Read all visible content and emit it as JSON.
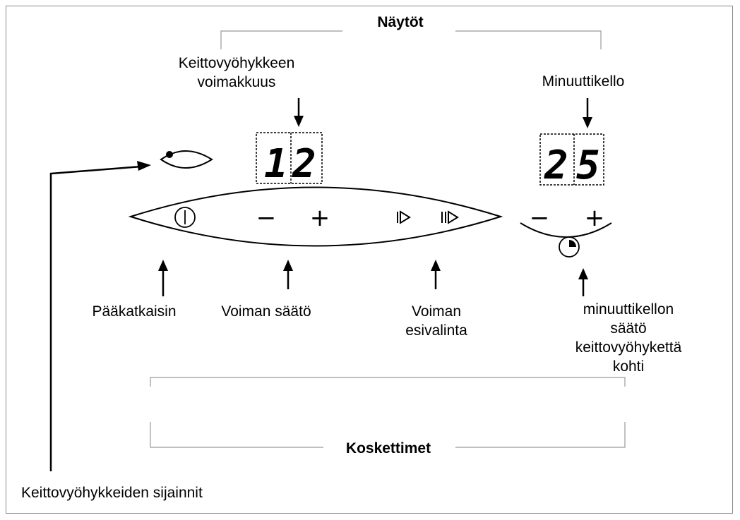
{
  "groups": {
    "displays_title": "Näytöt",
    "controls_title": "Koskettimet"
  },
  "labels": {
    "zone_power": [
      "Keittovyöhykkeen",
      "voimakkuus"
    ],
    "minute_timer": "Minuuttikello",
    "main_switch": "Pääkatkaisin",
    "power_adjust": "Voiman säätö",
    "power_preselect": [
      "Voiman",
      "esivalinta"
    ],
    "timer_adjust": [
      "minuuttikellon",
      "säätö",
      "keittovyöhykettä",
      "kohti"
    ],
    "zone_positions": "Keittovyöhykkeiden sijainnit"
  },
  "displays": {
    "power_digits": [
      "1",
      "2"
    ],
    "timer_digits": [
      "2",
      "5"
    ]
  },
  "controls": {
    "minus_symbol": "−",
    "plus_symbol": "+"
  }
}
